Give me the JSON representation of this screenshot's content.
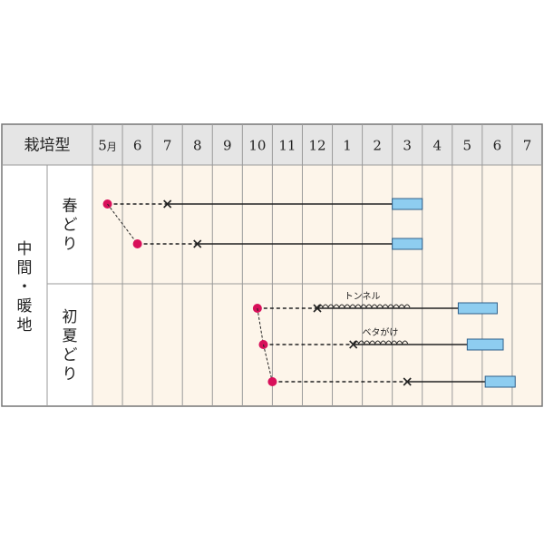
{
  "header_label": "栽培型",
  "months": [
    "5月",
    "6",
    "7",
    "8",
    "9",
    "10",
    "11",
    "12",
    "1",
    "2",
    "3",
    "4",
    "5",
    "6",
    "7"
  ],
  "region_label": "中間・暖地",
  "colors": {
    "sow": "#d8105a",
    "harvest_fill": "#8ecdf0",
    "harvest_stroke": "#2e5f8a",
    "header_bg": "#e5e5e5",
    "cell_bg": "#fdf5ea",
    "grid": "#9a9a9a",
    "line": "#222222"
  },
  "legend": {
    "sow": "red dot = sowing",
    "plant": "× = planting",
    "harvest": "blue bar = harvest"
  },
  "chart_data": {
    "type": "gantt",
    "groups": [
      {
        "name": "春どり",
        "rows": [
          {
            "sow": 5.5,
            "plant": 7.5,
            "harvest": [
              15,
              16
            ]
          },
          {
            "sow": 6.5,
            "plant": 8.5,
            "harvest": [
              15,
              16
            ]
          }
        ]
      },
      {
        "name": "初夏どり",
        "rows": [
          {
            "sow": 10.5,
            "plant": 12.5,
            "harvest": [
              17.2,
              18.5
            ],
            "cover": "トンネル",
            "cover_range": [
              12.5,
              15.5
            ]
          },
          {
            "sow": 10.7,
            "plant": 13.7,
            "harvest": [
              17.5,
              18.7
            ],
            "cover": "ベタがけ",
            "cover_range": [
              13.7,
              15.5
            ]
          },
          {
            "sow": 11.0,
            "plant": 15.5,
            "harvest": [
              18.1,
              19.1
            ]
          }
        ]
      }
    ]
  }
}
